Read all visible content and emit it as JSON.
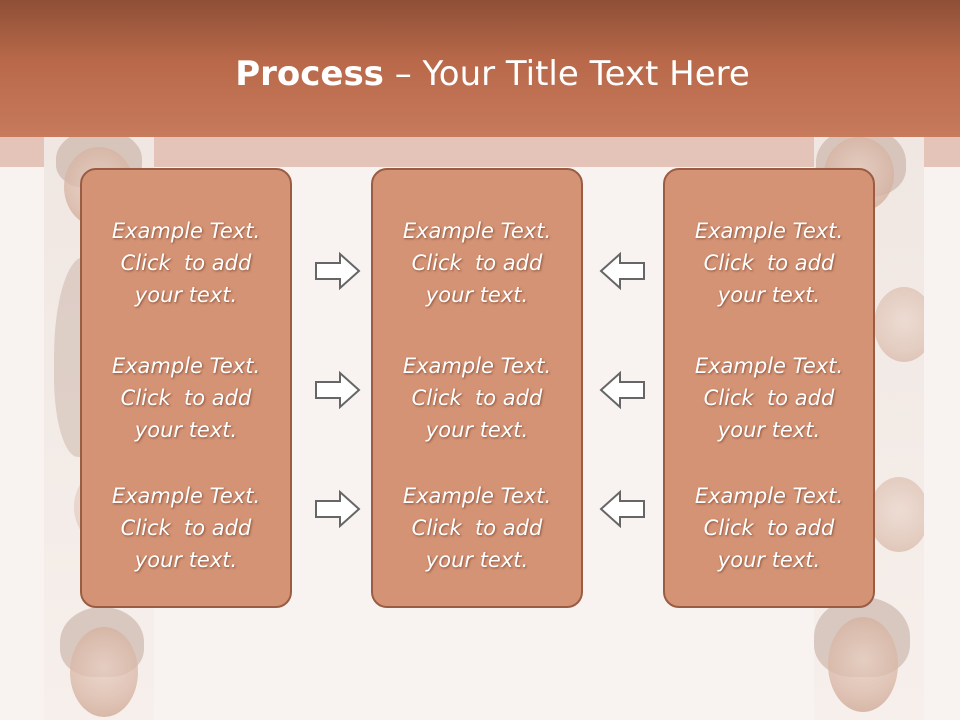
{
  "slide": {
    "title_bold": "Process",
    "title_rest": " – Your Title Text Here"
  },
  "columns": [
    {
      "items": [
        {
          "lines": [
            "Example Text.",
            "Click  to add",
            "your text."
          ]
        },
        {
          "lines": [
            "Example Text.",
            "Click  to add",
            "your text."
          ]
        },
        {
          "lines": [
            "Example Text.",
            "Click  to add",
            "your text."
          ]
        }
      ]
    },
    {
      "items": [
        {
          "lines": [
            "Example Text.",
            "Click  to add",
            "your text."
          ]
        },
        {
          "lines": [
            "Example Text.",
            "Click  to add",
            "your text."
          ]
        },
        {
          "lines": [
            "Example Text.",
            "Click  to add",
            "your text."
          ]
        }
      ]
    },
    {
      "items": [
        {
          "lines": [
            "Example Text.",
            "Click  to add",
            "your text."
          ]
        },
        {
          "lines": [
            "Example Text.",
            "Click  to add",
            "your text."
          ]
        },
        {
          "lines": [
            "Example Text.",
            "Click  to add",
            "your text."
          ]
        }
      ]
    }
  ],
  "icons": {
    "left_arrows": "arrow-right-icon",
    "right_arrows": "arrow-left-icon"
  },
  "colors": {
    "header": "#c77a5c",
    "box_fill": "#d49375",
    "box_border": "#9a5d43",
    "text": "#ffffff"
  }
}
